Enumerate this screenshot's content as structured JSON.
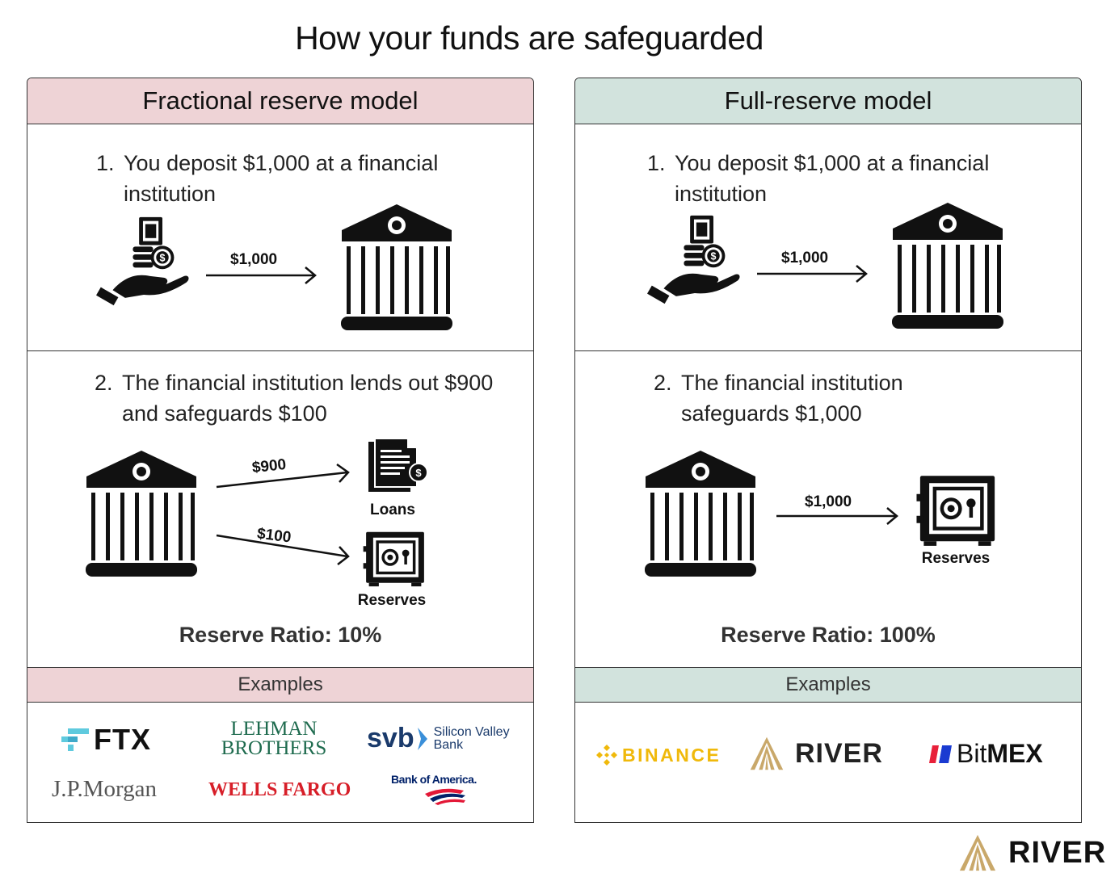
{
  "title": "How your funds are safeguarded",
  "left": {
    "header": "Fractional reserve model",
    "step1": {
      "num": "1.",
      "text": "You deposit $1,000 at a financial institution"
    },
    "step1_amount": "$1,000",
    "step2": {
      "num": "2.",
      "text": "The financial institution lends out $900 and safeguards $100"
    },
    "loans_amount": "$900",
    "reserves_amount": "$100",
    "loans_label": "Loans",
    "reserves_label": "Reserves",
    "ratio": "Reserve Ratio: 10%",
    "examples_label": "Examples",
    "examples": {
      "ftx": "FTX",
      "lehman_line1": "LEHMAN",
      "lehman_line2": "BROTHERS",
      "svb": "svb",
      "svb_sub1": "Silicon Valley",
      "svb_sub2": "Bank",
      "jpmorgan": "J.P.Morgan",
      "wellsfargo": "WELLS FARGO",
      "bofa": "Bank of America."
    }
  },
  "right": {
    "header": "Full-reserve model",
    "step1": {
      "num": "1.",
      "text": "You deposit $1,000 at a financial institution"
    },
    "step1_amount": "$1,000",
    "step2": {
      "num": "2.",
      "text": "The financial institution safeguards $1,000"
    },
    "reserves_amount": "$1,000",
    "reserves_label": "Reserves",
    "ratio": "Reserve Ratio: 100%",
    "examples_label": "Examples",
    "examples": {
      "binance": "BINANCE",
      "river": "RIVER",
      "bitmex_bit": "Bit",
      "bitmex_mex": "MEX"
    }
  },
  "footer": {
    "brand": "RIVER"
  },
  "colors": {
    "left_header_bg": "#eed3d6",
    "right_header_bg": "#d2e3dd",
    "binance_yellow": "#f0b90b",
    "river_gold": "#c9a86a",
    "wells_red": "#d71e28",
    "bofa_blue": "#012169",
    "bofa_red": "#e31837",
    "bitmex_red": "#e8203a",
    "bitmex_blue": "#1a3bd1",
    "ftx_blue": "#5fcade",
    "svb_blue": "#1a3a6b",
    "lehman_green": "#1e6b4e"
  },
  "icons": [
    "hand-money-icon",
    "bank-icon",
    "arrow-icon",
    "documents-icon",
    "vault-icon",
    "river-logo-icon"
  ]
}
